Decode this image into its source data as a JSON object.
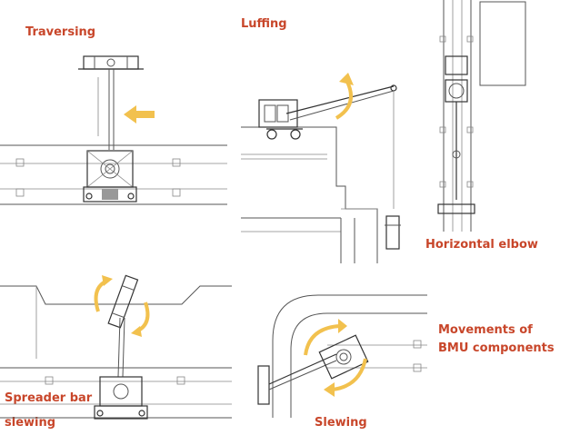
{
  "labels": {
    "traversing": "Traversing",
    "luffing": "Luffing",
    "horizontal_elbow": "Horizontal elbow",
    "spreader_line1": "Spreader bar",
    "spreader_line2": "slewing",
    "slewing": "Slewing",
    "movements_line1": "Movements of",
    "movements_line2": "BMU components"
  },
  "colors": {
    "label": "#c8462a",
    "arrow": "#f2c14e",
    "line": "#555555"
  }
}
